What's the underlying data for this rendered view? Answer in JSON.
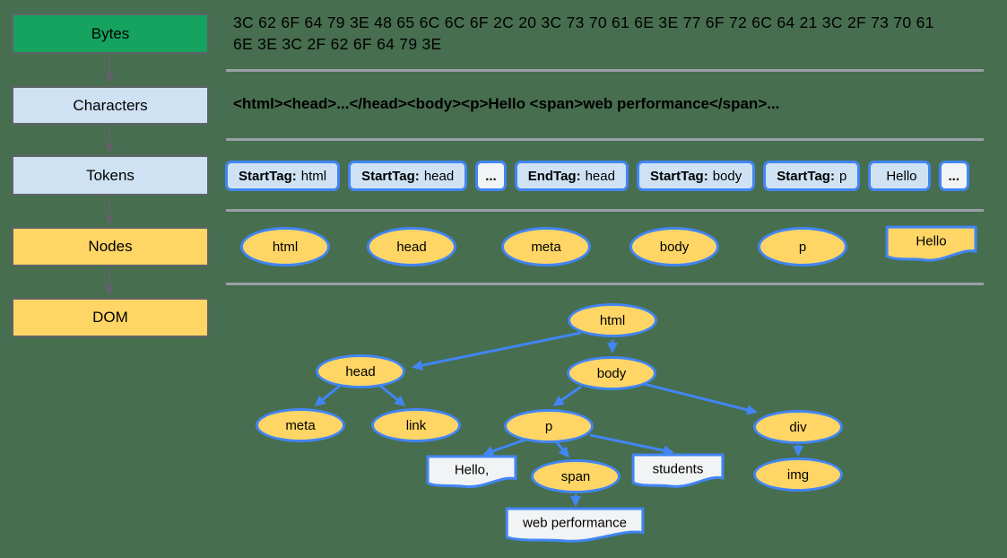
{
  "pipeline": {
    "bytes_label": "Bytes",
    "characters_label": "Characters",
    "tokens_label": "Tokens",
    "nodes_label": "Nodes",
    "dom_label": "DOM"
  },
  "bytes_row": {
    "hex_text": "3C 62 6F 64 79 3E 48 65 6C 6C 6F 2C 20 3C 73 70 61 6E 3E 77 6F 72 6C 64 21 3C 2F 73 70 61 6E 3E 3C 2F 62 6F 64 79 3E"
  },
  "characters_row": {
    "markup_text": "<html><head>...</head><body><p>Hello <span>web performance</span>..."
  },
  "tokens_row": {
    "items": [
      {
        "prefix": "StartTag:",
        "value": "html"
      },
      {
        "prefix": "StartTag:",
        "value": "head"
      },
      {
        "prefix": "...",
        "value": ""
      },
      {
        "prefix": "EndTag:",
        "value": "head"
      },
      {
        "prefix": "StartTag:",
        "value": "body"
      },
      {
        "prefix": "StartTag:",
        "value": "p"
      },
      {
        "prefix": "",
        "value": "Hello"
      },
      {
        "prefix": "...",
        "value": ""
      }
    ]
  },
  "nodes_row": {
    "items": [
      "html",
      "head",
      "meta",
      "body",
      "p"
    ],
    "text_node": "Hello"
  },
  "dom_tree": {
    "html": "html",
    "head": "head",
    "body": "body",
    "meta": "meta",
    "link": "link",
    "p": "p",
    "div": "div",
    "span": "span",
    "img": "img",
    "text_hello": "Hello,",
    "text_students": "students",
    "text_webperf": "web performance"
  },
  "colors": {
    "background_green": "#476e4f",
    "stage_green": "#16a35f",
    "stage_light_blue": "#cfe2f3",
    "node_yellow": "#ffd666",
    "accent_blue": "#4285f4",
    "text_node_white": "#f1f3f4",
    "divider_gray": "#9aa0a6",
    "arrow_gray": "#5f6368"
  }
}
